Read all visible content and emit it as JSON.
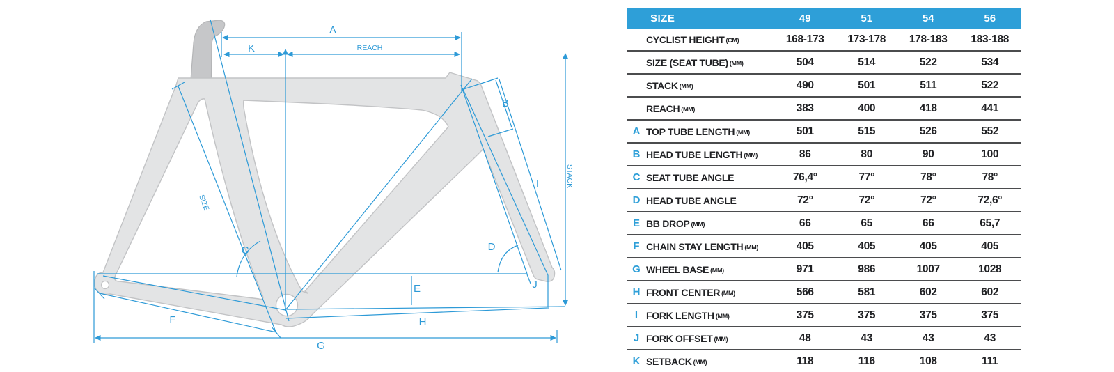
{
  "colors": {
    "accent": "#2E9FD8",
    "dim_line": "#2D9AD7",
    "text": "#202124",
    "row_line": "#4B4C4E",
    "frame_fill": "#E3E4E5",
    "frame_stroke": "#C2C3C5",
    "seatpost_fill": "#C6C7C9"
  },
  "diagram": {
    "labels": {
      "a": "A",
      "b": "B",
      "c": "C",
      "d": "D",
      "e": "E",
      "f": "F",
      "g": "G",
      "h": "H",
      "i": "I",
      "j": "J",
      "k": "K",
      "reach": "REACH",
      "stack": "STACK",
      "size": "SIZE"
    }
  },
  "table": {
    "header": {
      "label": "SIZE",
      "columns": [
        "49",
        "51",
        "54",
        "56"
      ]
    },
    "rows": [
      {
        "letter": "",
        "label": "CYCLIST HEIGHT",
        "unit": "(CM)",
        "values": [
          "168-173",
          "173-178",
          "178-183",
          "183-188"
        ]
      },
      {
        "letter": "",
        "label": "SIZE (SEAT TUBE)",
        "unit": "(MM)",
        "values": [
          "504",
          "514",
          "522",
          "534"
        ]
      },
      {
        "letter": "",
        "label": "STACK",
        "unit": "(MM)",
        "values": [
          "490",
          "501",
          "511",
          "522"
        ]
      },
      {
        "letter": "",
        "label": "REACH",
        "unit": "(MM)",
        "values": [
          "383",
          "400",
          "418",
          "441"
        ]
      },
      {
        "letter": "A",
        "label": "TOP TUBE LENGTH",
        "unit": "(MM)",
        "values": [
          "501",
          "515",
          "526",
          "552"
        ]
      },
      {
        "letter": "B",
        "label": "HEAD TUBE LENGTH",
        "unit": "(MM)",
        "values": [
          "86",
          "80",
          "90",
          "100"
        ]
      },
      {
        "letter": "C",
        "label": "SEAT TUBE ANGLE",
        "unit": "",
        "values": [
          "76,4°",
          "77°",
          "78°",
          "78°"
        ]
      },
      {
        "letter": "D",
        "label": "HEAD TUBE ANGLE",
        "unit": "",
        "values": [
          "72°",
          "72°",
          "72°",
          "72,6°"
        ]
      },
      {
        "letter": "E",
        "label": "BB DROP",
        "unit": "(MM)",
        "values": [
          "66",
          "65",
          "66",
          "65,7"
        ]
      },
      {
        "letter": "F",
        "label": "CHAIN STAY LENGTH",
        "unit": "(MM)",
        "values": [
          "405",
          "405",
          "405",
          "405"
        ]
      },
      {
        "letter": "G",
        "label": "WHEEL BASE",
        "unit": "(MM)",
        "values": [
          "971",
          "986",
          "1007",
          "1028"
        ]
      },
      {
        "letter": "H",
        "label": "FRONT CENTER",
        "unit": "(MM)",
        "values": [
          "566",
          "581",
          "602",
          "602"
        ]
      },
      {
        "letter": "I",
        "label": "FORK LENGTH",
        "unit": "(MM)",
        "values": [
          "375",
          "375",
          "375",
          "375"
        ]
      },
      {
        "letter": "J",
        "label": "FORK OFFSET",
        "unit": "(MM)",
        "values": [
          "48",
          "43",
          "43",
          "43"
        ]
      },
      {
        "letter": "K",
        "label": "SETBACK",
        "unit": "(MM)",
        "values": [
          "118",
          "116",
          "108",
          "111"
        ]
      }
    ]
  }
}
